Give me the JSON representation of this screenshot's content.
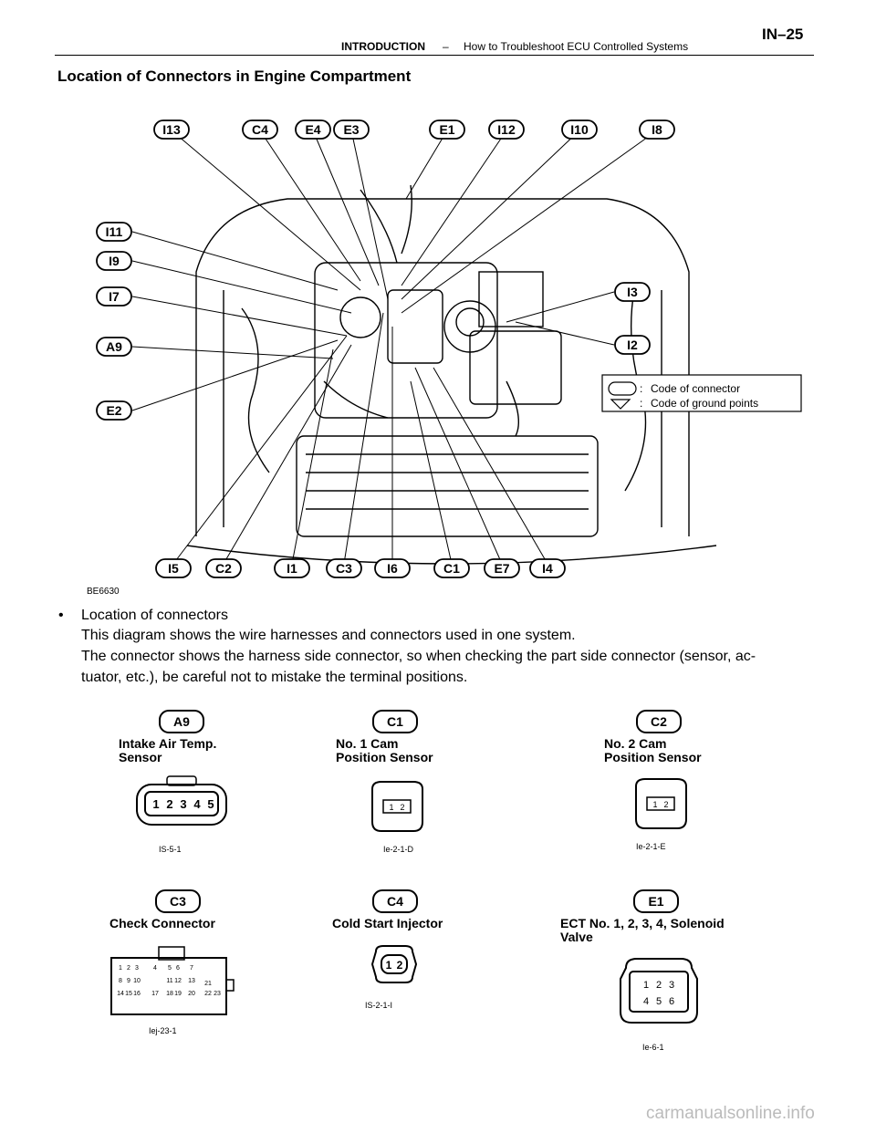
{
  "header": {
    "section": "INTRODUCTION",
    "dash": "–",
    "subtitle": "How to Troubleshoot ECU Controlled Systems",
    "page": "IN–25"
  },
  "title": "Location of Connectors in Engine Compartment",
  "diagram": {
    "figure_id": "BE6630",
    "top_labels": [
      "I13",
      "C4",
      "E4",
      "E3",
      "E1",
      "I12",
      "I10",
      "I8"
    ],
    "left_labels": [
      "I11",
      "I9",
      "I7",
      "A9",
      "E2"
    ],
    "right_labels": [
      "I3",
      "I2"
    ],
    "bottom_labels": [
      "I5",
      "C2",
      "I1",
      "C3",
      "I6",
      "C1",
      "E7",
      "I4"
    ],
    "legend": [
      {
        "symbol": "",
        "sep": ":",
        "text": "Code of connector"
      },
      {
        "symbol": "",
        "sep": ":",
        "text": "Code of ground points"
      }
    ]
  },
  "bullet": {
    "marker": "•",
    "heading": "Location of connectors",
    "lines": [
      "This diagram shows the wire harnesses and connectors used in one system.",
      "The connector shows the harness side connector, so when checking the part side connector (sensor, ac-",
      "tuator, etc.), be careful not to mistake the terminal positions."
    ]
  },
  "connectors": [
    {
      "code": "A9",
      "name": [
        "Intake Air Temp.",
        "Sensor"
      ],
      "pins": [
        "1",
        "2",
        "3",
        "4",
        "5"
      ],
      "ref": "IS-5-1"
    },
    {
      "code": "C1",
      "name": [
        "No. 1 Cam",
        "Position Sensor"
      ],
      "pins": [
        "1",
        "2"
      ],
      "ref": "Ie-2-1-D"
    },
    {
      "code": "C2",
      "name": [
        "No. 2 Cam",
        "Position Sensor"
      ],
      "pins": [
        "1",
        "2"
      ],
      "ref": "Ie-2-1-E"
    },
    {
      "code": "C3",
      "name": [
        "Check Connector"
      ],
      "pins": [
        "1",
        "2",
        "3",
        "4",
        "5",
        "6",
        "7",
        "8",
        "9",
        "10",
        "11",
        "12",
        "13",
        "14",
        "15",
        "16",
        "17",
        "18",
        "19",
        "20",
        "21",
        "22",
        "23"
      ],
      "ref": "Iej-23-1"
    },
    {
      "code": "C4",
      "name": [
        "Cold Start Injector"
      ],
      "pins": [
        "1",
        "2"
      ],
      "ref": "IS-2-1-I"
    },
    {
      "code": "E1",
      "name": [
        "ECT No. 1, 2, 3, 4, Solenoid",
        "Valve"
      ],
      "pins": [
        "1",
        "2",
        "3",
        "4",
        "5",
        "6"
      ],
      "ref": "Ie-6-1"
    }
  ],
  "watermark": "carmanualsonline.info"
}
